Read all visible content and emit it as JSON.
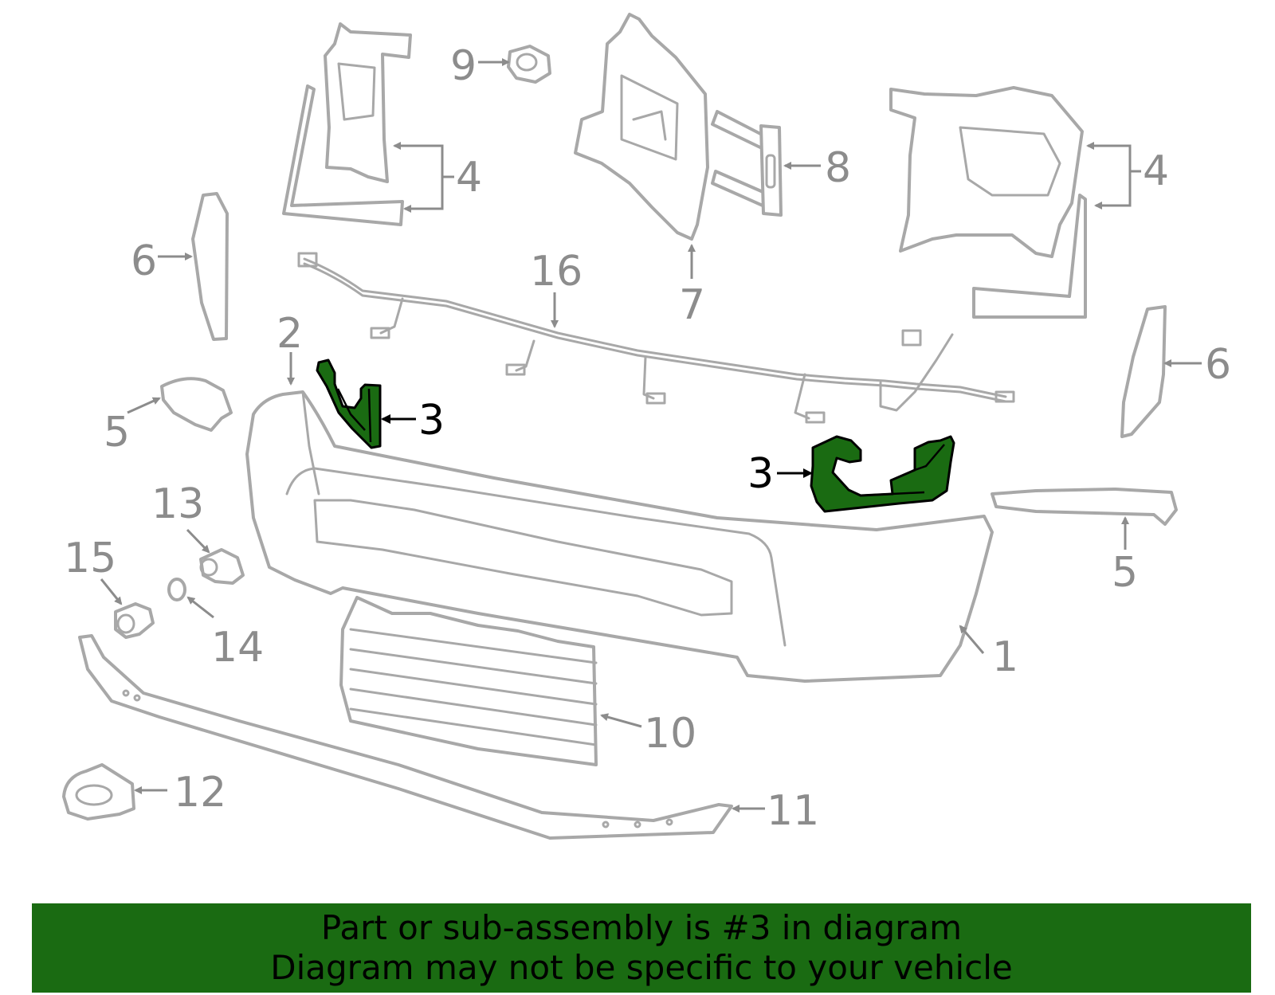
{
  "callouts": {
    "c1": "1",
    "c2": "2",
    "c3_left": "3",
    "c3_right": "3",
    "c4_left": "4",
    "c4_right": "4",
    "c5_left": "5",
    "c5_right": "5",
    "c6_left": "6",
    "c6_right": "6",
    "c7": "7",
    "c8": "8",
    "c9": "9",
    "c10": "10",
    "c11": "11",
    "c12": "12",
    "c13": "13",
    "c14": "14",
    "c15": "15",
    "c16": "16"
  },
  "colors": {
    "highlight": "#1a6b12",
    "part_stroke": "#a8a8a8",
    "banner": "#1a6b12"
  },
  "banner": {
    "line1": "Part or sub-assembly is #3 in diagram",
    "line2": "Diagram may not be specific to your vehicle"
  }
}
